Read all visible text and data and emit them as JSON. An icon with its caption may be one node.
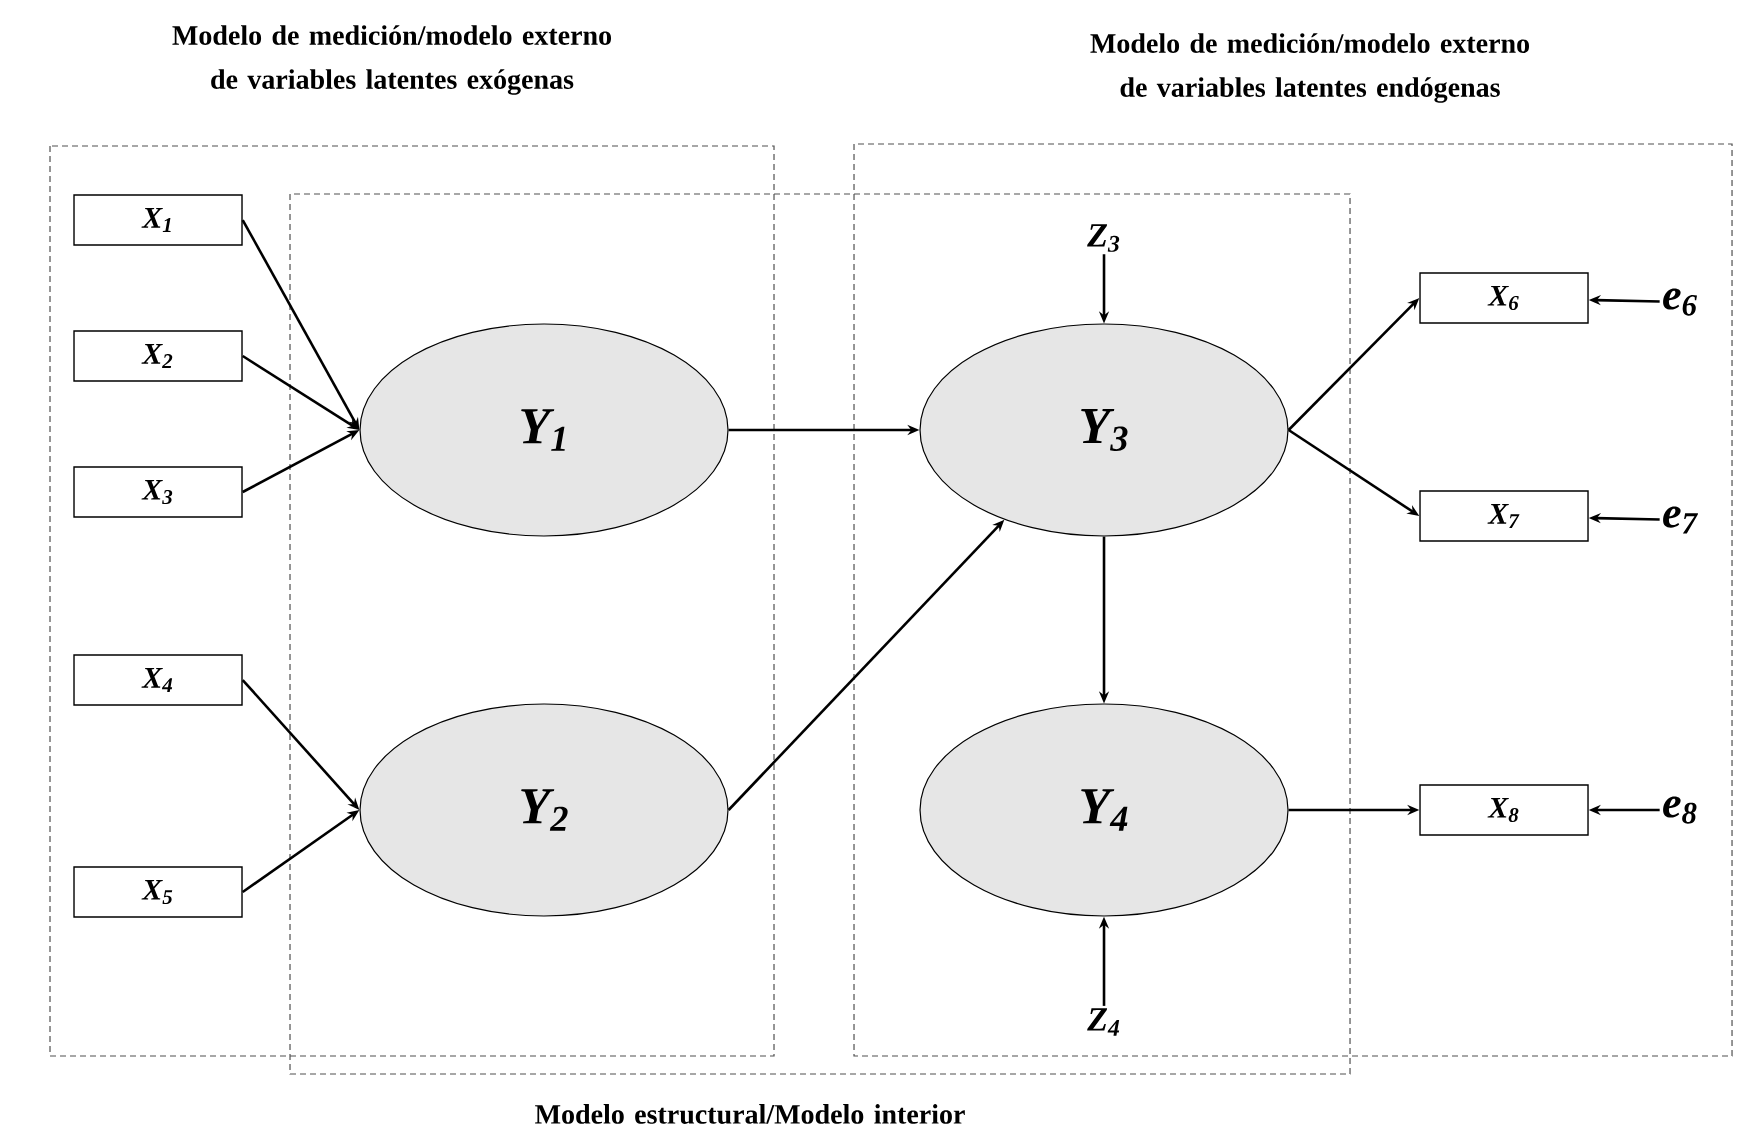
{
  "diagram": {
    "nodes": [
      {
        "text": [
          "X$_{1}$"
        ]
      },
      {
        "text": [
          "X$_{2}$"
        ]
      },
      {
        "text": [
          "X$_{3}$"
        ]
      },
      {
        "text": [
          "X$_{4}$"
        ]
      },
      {
        "text": [
          "X$_{5}$"
        ]
      },
      {
        "text": [
          "Y$_{1}$"
        ]
      },
      {
        "text": [
          "Y$_{2}$"
        ]
      },
      {
        "text": [
          "Y$_{3}$"
        ]
      },
      {
        "text": [
          "Y$_{4}$"
        ]
      },
      {
        "text": [
          "Z$_{3}$"
        ]
      },
      {
        "text": [
          "Z$_{4}$"
        ]
      },
      {
        "text": [
          "X$_{6}$"
        ]
      },
      {
        "text": [
          "X$_{7}$"
        ]
      },
      {
        "text": [
          "X$_{8}$"
        ]
      },
      {
        "text": [
          "e$_{6}$"
        ]
      },
      {
        "text": [
          "e$_{7}$"
        ]
      },
      {
        "text": [
          "e$_{8}$"
        ]
      }
    ],
    "edges": [
      {
        "from": 0,
        "to": 5,
        "arrow": "to"
      },
      {
        "from": 1,
        "to": 5,
        "arrow": "to"
      },
      {
        "from": 2,
        "to": 5,
        "arrow": "to"
      },
      {
        "from": 3,
        "to": 6,
        "arrow": "to"
      },
      {
        "from": 4,
        "to": 6,
        "arrow": "to"
      },
      {
        "from": 5,
        "to": 7,
        "arrow": "to"
      },
      {
        "from": 6,
        "to": 7,
        "arrow": "to"
      },
      {
        "from": 9,
        "to": 7,
        "arrow": "to"
      },
      {
        "from": 7,
        "to": 8,
        "arrow": "to"
      },
      {
        "from": 10,
        "to": 8,
        "arrow": "to"
      },
      {
        "from": 7,
        "to": 11,
        "arrow": "to"
      },
      {
        "from": 7,
        "to": 12,
        "arrow": "to"
      },
      {
        "from": 8,
        "to": 13,
        "arrow": "to"
      },
      {
        "from": 14,
        "to": 11,
        "arrow": "to"
      },
      {
        "from": 15,
        "to": 12,
        "arrow": "to"
      },
      {
        "from": 16,
        "to": 13,
        "arrow": "to"
      }
    ],
    "labels": [
      "Modelo de medición/modelo externo de variables latentes exógenas",
      "Modelo de medición/modelo externo de variables latentes endógenas",
      "Modelo estructural/Modelo interior"
    ]
  }
}
